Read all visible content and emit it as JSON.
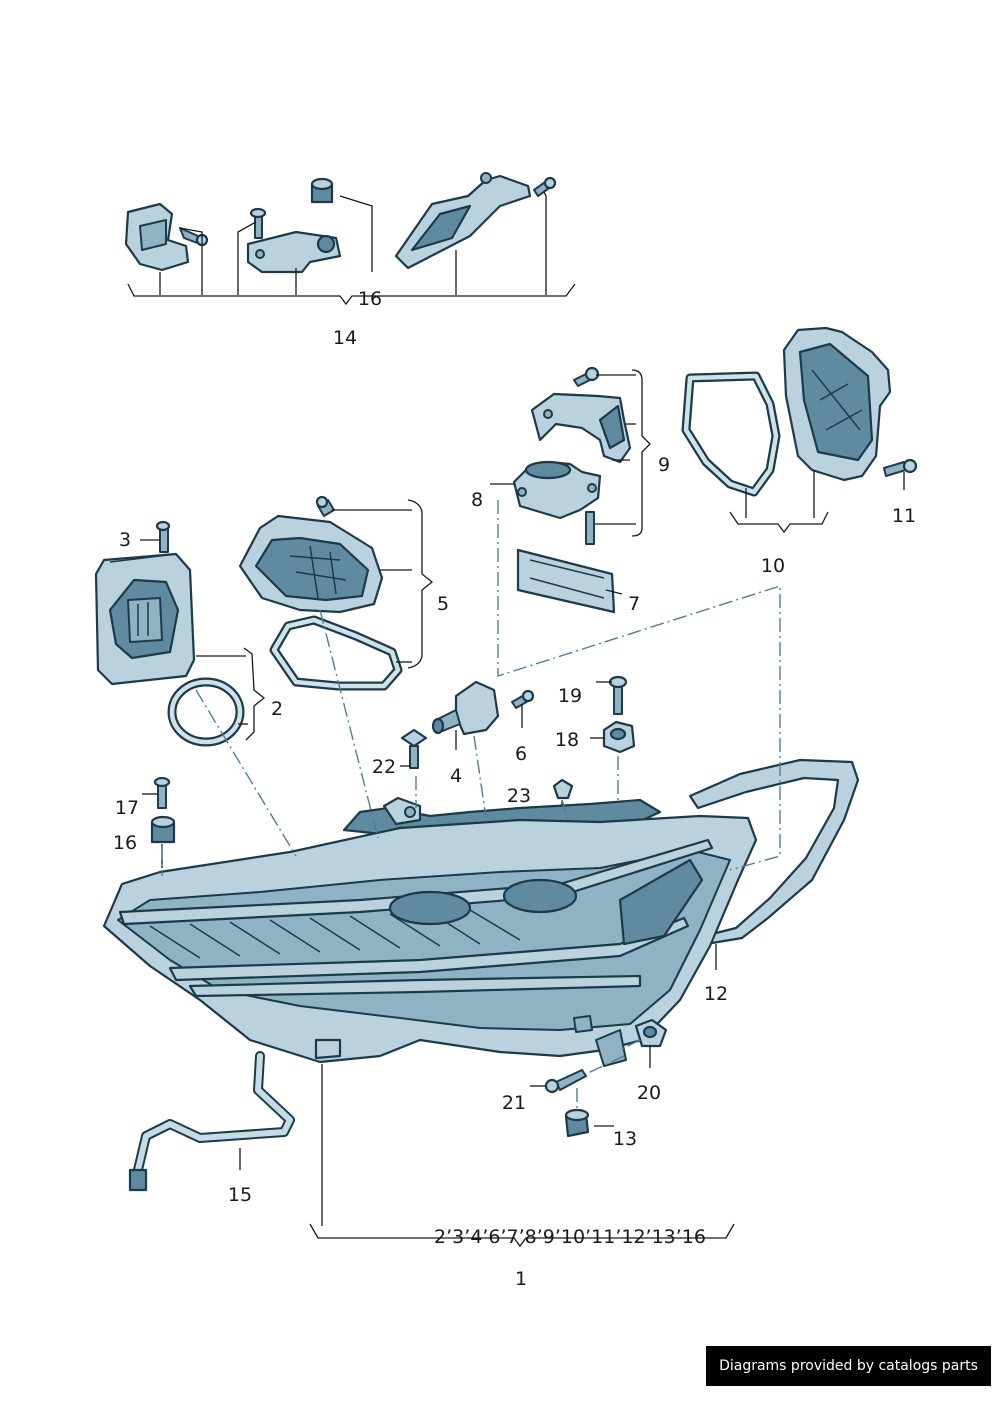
{
  "diagram": {
    "callouts": [
      {
        "id": "c1",
        "text": "1"
      },
      {
        "id": "c2",
        "text": "2"
      },
      {
        "id": "c3",
        "text": "3"
      },
      {
        "id": "c4",
        "text": "4"
      },
      {
        "id": "c5",
        "text": "5"
      },
      {
        "id": "c6",
        "text": "6"
      },
      {
        "id": "c7",
        "text": "7"
      },
      {
        "id": "c8",
        "text": "8"
      },
      {
        "id": "c9",
        "text": "9"
      },
      {
        "id": "c10",
        "text": "10"
      },
      {
        "id": "c11",
        "text": "11"
      },
      {
        "id": "c12",
        "text": "12"
      },
      {
        "id": "c13",
        "text": "13"
      },
      {
        "id": "c14",
        "text": "14"
      },
      {
        "id": "c15",
        "text": "15"
      },
      {
        "id": "c16a",
        "text": "16"
      },
      {
        "id": "c16b",
        "text": "16"
      },
      {
        "id": "c17",
        "text": "17"
      },
      {
        "id": "c18",
        "text": "18"
      },
      {
        "id": "c19",
        "text": "19"
      },
      {
        "id": "c20",
        "text": "20"
      },
      {
        "id": "c21",
        "text": "21"
      },
      {
        "id": "c22",
        "text": "22"
      },
      {
        "id": "c23",
        "text": "23"
      }
    ],
    "assembly_list": "2’3’4’6’7’8’9’10’11’12’13’16"
  },
  "footer": {
    "credit": "Diagrams provided by catalogs parts"
  }
}
